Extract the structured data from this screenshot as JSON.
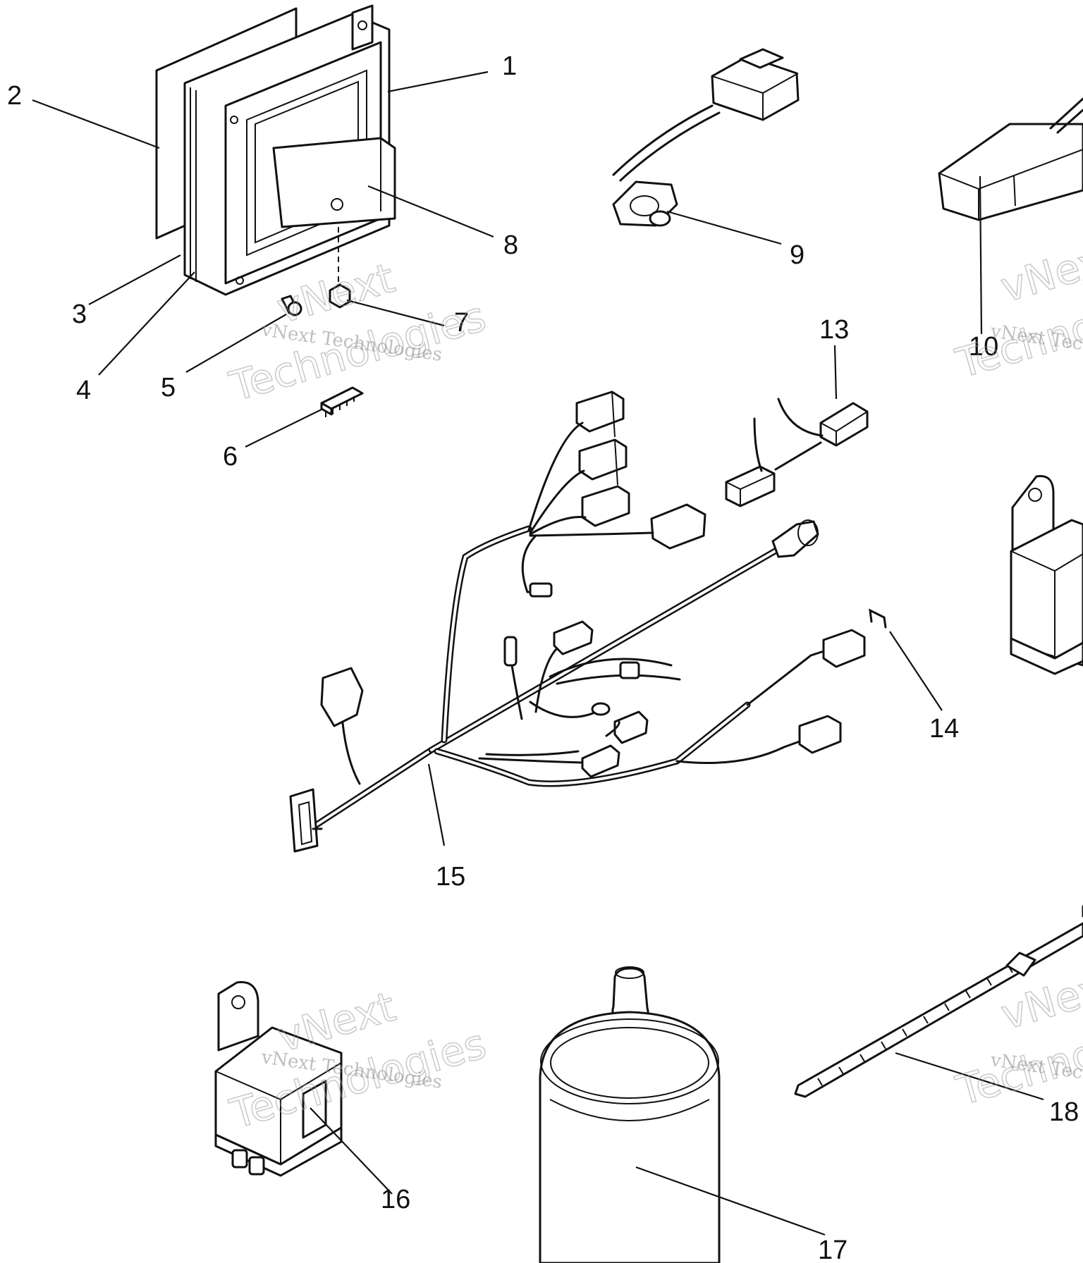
{
  "diagram": {
    "callouts": [
      "1",
      "2",
      "3",
      "4",
      "5",
      "6",
      "7",
      "8",
      "9",
      "10",
      "13",
      "14",
      "15",
      "16",
      "17",
      "18"
    ],
    "watermark": {
      "line1": "vNext Technologies",
      "line2": "vNext",
      "line3": "Technologies"
    }
  }
}
